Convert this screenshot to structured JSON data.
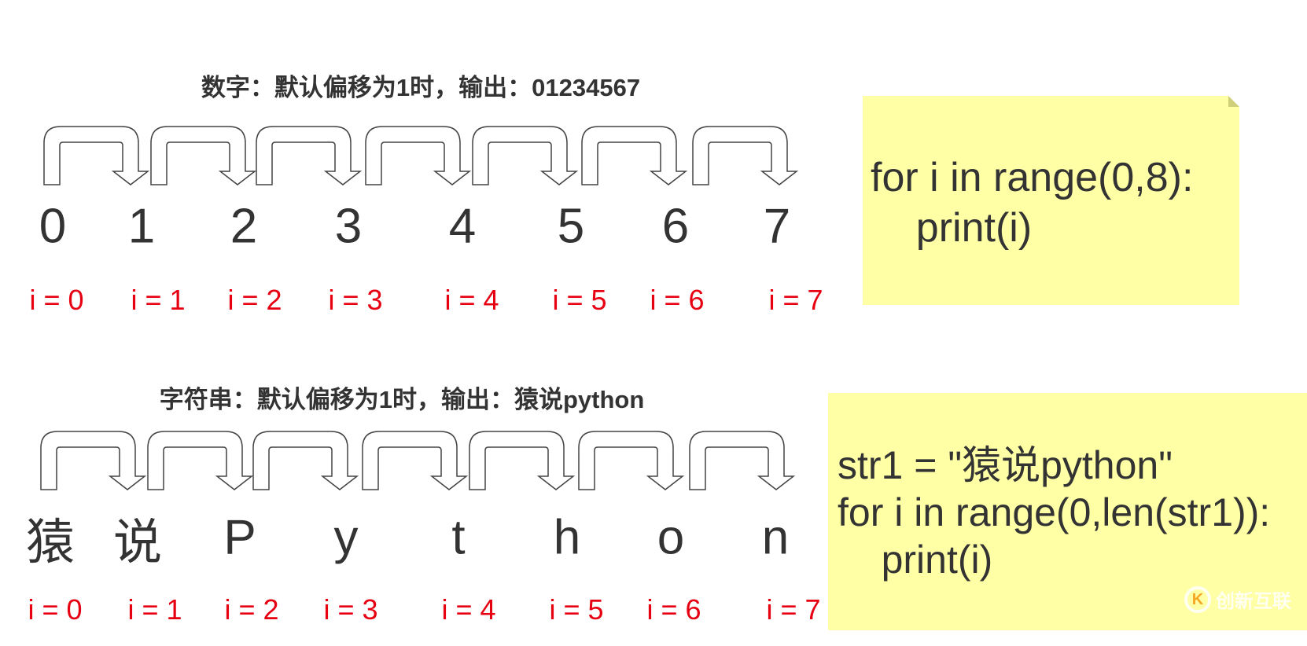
{
  "section_numbers": {
    "title": "数字：默认偏移为1时，输出：01234567",
    "glyphs": [
      "0",
      "1",
      "2",
      "3",
      "4",
      "5",
      "6",
      "7"
    ],
    "index_labels": [
      "i = 0",
      "i = 1",
      "i = 2",
      "i = 3",
      "i = 4",
      "i = 5",
      "i = 6",
      "i = 7"
    ],
    "code_lines": [
      "for i in range(0,8):",
      "    print(i)"
    ]
  },
  "section_string": {
    "title": "字符串：默认偏移为1时，输出：猿说python",
    "glyphs": [
      "猿",
      "说",
      "P",
      "y",
      "t",
      "h",
      "o",
      "n"
    ],
    "index_labels": [
      "i = 0",
      "i = 1",
      "i = 2",
      "i = 3",
      "i = 4",
      "i = 5",
      "i = 6",
      "i = 7"
    ],
    "code_lines": [
      "str1 = \"猿说python\"",
      "for i in range(0,len(str1)):",
      "    print(i)"
    ]
  },
  "watermark": {
    "text": "创新互联",
    "icon": "chuangxin-logo-icon"
  },
  "colors": {
    "note_bg": "#ffffa6",
    "index_label": "#e60012",
    "text": "#333333"
  }
}
